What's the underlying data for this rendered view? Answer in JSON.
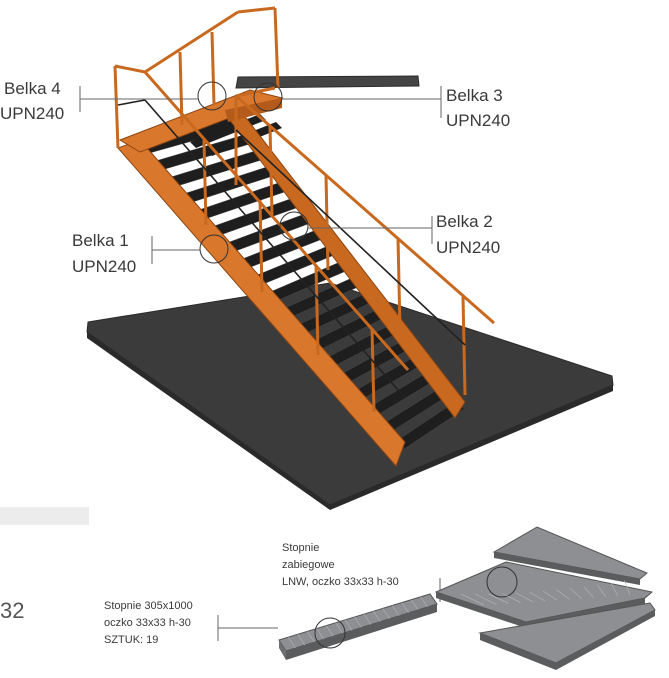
{
  "beams": [
    {
      "name": "Belka 4",
      "profile": "UPN240"
    },
    {
      "name": "Belka 3",
      "profile": "UPN240"
    },
    {
      "name": "Belka 1",
      "profile": "UPN240"
    },
    {
      "name": "Belka 2",
      "profile": "UPN240"
    }
  ],
  "straight_steps": {
    "line1": "Stopnie 305x1000",
    "line2": "oczko 33x33 h-30",
    "line3": "SZTUK: 19"
  },
  "winder_steps": {
    "line1": "Stopnie",
    "line2": "zabiegowe",
    "line3": "LNW, oczko 33x33 h-30"
  },
  "edge_fragment": "32",
  "colors": {
    "steel": "#d9782d",
    "steel_dark": "#b45a1a",
    "tread": "#1e1e1e",
    "slab": "#3b3b3b",
    "grating": "#8d8f92"
  }
}
